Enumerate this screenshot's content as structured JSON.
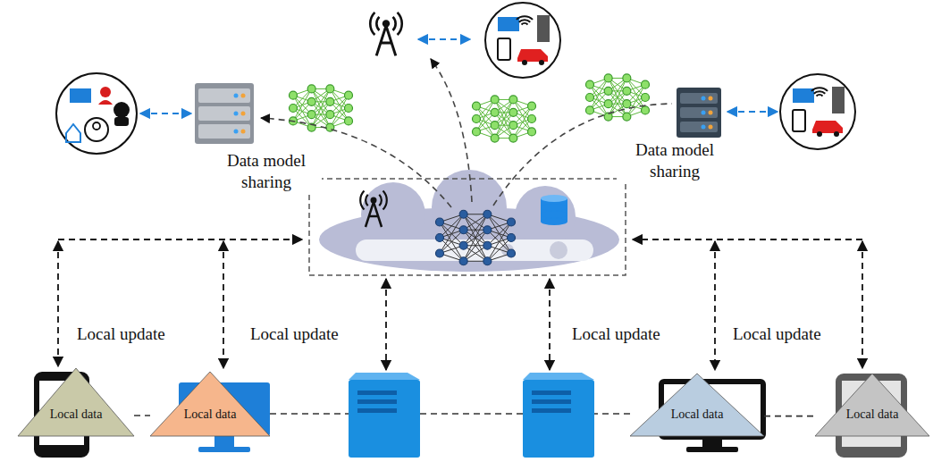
{
  "diagram": {
    "nodes": [
      {
        "text": [
          "Local data"
        ]
      },
      {
        "text": [
          "Local data"
        ]
      },
      {
        "text": [
          "Local data"
        ]
      },
      {
        "text": [
          "Local data"
        ]
      }
    ],
    "edges": [
      {
        "from": 0,
        "to": 1,
        "arrow": "none"
      },
      {
        "from": 2,
        "to": 3,
        "arrow": "none"
      }
    ],
    "labels": [
      "Data model sharing",
      "Data model sharing",
      "Local update",
      "Local update",
      "Local update",
      "Local update"
    ]
  }
}
